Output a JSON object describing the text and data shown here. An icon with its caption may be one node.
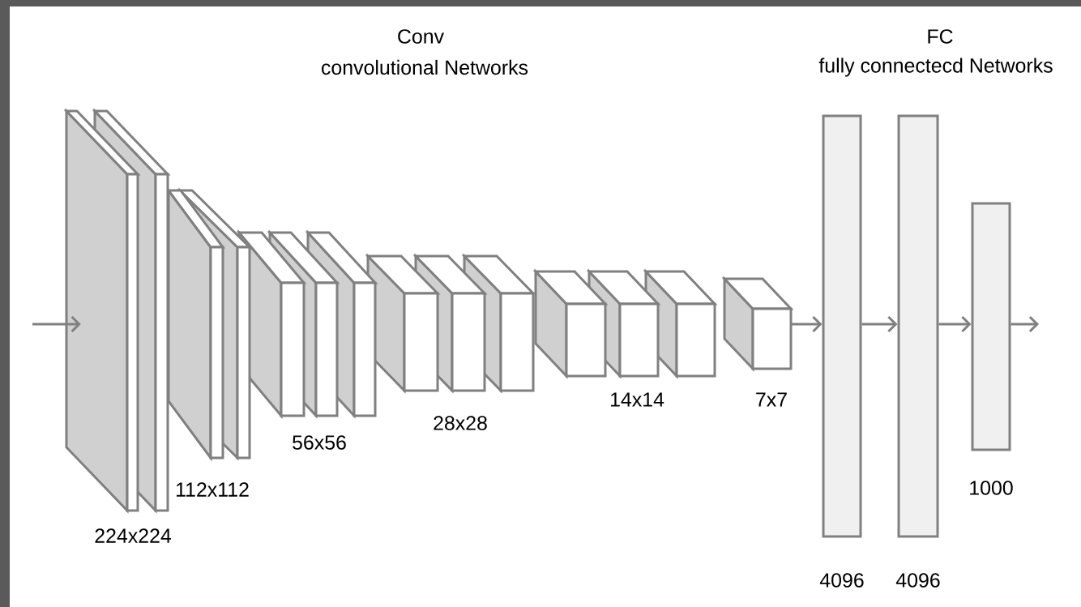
{
  "diagram": {
    "nodes": [
      {
        "text": [],
        "shape": "box"
      },
      {
        "text": [],
        "shape": "box"
      },
      {
        "text": [],
        "shape": "box"
      },
      {
        "text": [],
        "shape": "box"
      },
      {
        "text": [],
        "shape": "box"
      },
      {
        "text": [],
        "shape": "box"
      },
      {
        "text": [],
        "shape": "box"
      },
      {
        "text": [],
        "shape": "box"
      },
      {
        "text": [],
        "shape": "box"
      },
      {
        "text": [],
        "shape": "box"
      },
      {
        "text": [],
        "shape": "box"
      },
      {
        "text": [],
        "shape": "box"
      },
      {
        "text": [],
        "shape": "box"
      },
      {
        "text": [],
        "shape": "box",
        "beside": [
          "7x7"
        ]
      },
      {
        "text": [],
        "shape": "bar",
        "beside": [
          "4096"
        ]
      },
      {
        "text": [],
        "shape": "bar",
        "beside": [
          "4096"
        ]
      },
      {
        "text": [],
        "shape": "bar",
        "beside": [
          "1000"
        ]
      }
    ],
    "edges": [
      {
        "from": null,
        "to": 0,
        "arrow": "to"
      },
      {
        "from": 13,
        "to": 14,
        "arrow": "to"
      },
      {
        "from": 14,
        "to": 15,
        "arrow": "to"
      },
      {
        "from": 15,
        "to": 16,
        "arrow": "to"
      },
      {
        "from": 16,
        "to": null,
        "arrow": "to"
      }
    ],
    "labels": [
      "Conv",
      "convolutional Networks",
      "FC",
      "fully connectecd Networks",
      "224x224",
      "112x112",
      "56x56",
      "28x28",
      "14x14"
    ]
  }
}
